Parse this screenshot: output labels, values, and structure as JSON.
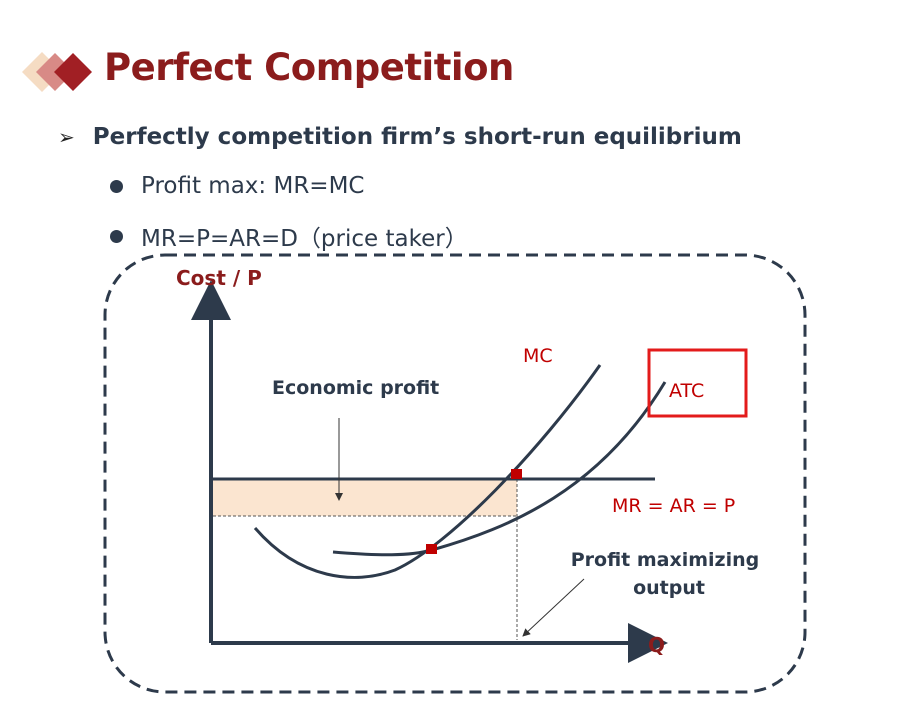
{
  "slide": {
    "title": "Perfect Competition",
    "heading": "Perfectly competition firm’s short-run equilibrium",
    "bullets": [
      "Profit max: MR=MC",
      "MR=P=AR=D（price taker）"
    ]
  },
  "diagram": {
    "y_axis_label": "Cost / P",
    "x_axis_label": "Q",
    "mc_label": "MC",
    "atc_label": "ATC",
    "price_line_label": "MR = AR = P",
    "economic_profit_label": "Economic profit",
    "output_label_line1": "Profit maximizing",
    "output_label_line2": "output"
  },
  "colors": {
    "title": "#8b1c1c",
    "curve": "#2d3a4b",
    "label_red": "#c00000",
    "profit_fill": "#fbe5d0",
    "highlight_box": "#e31b1b"
  }
}
